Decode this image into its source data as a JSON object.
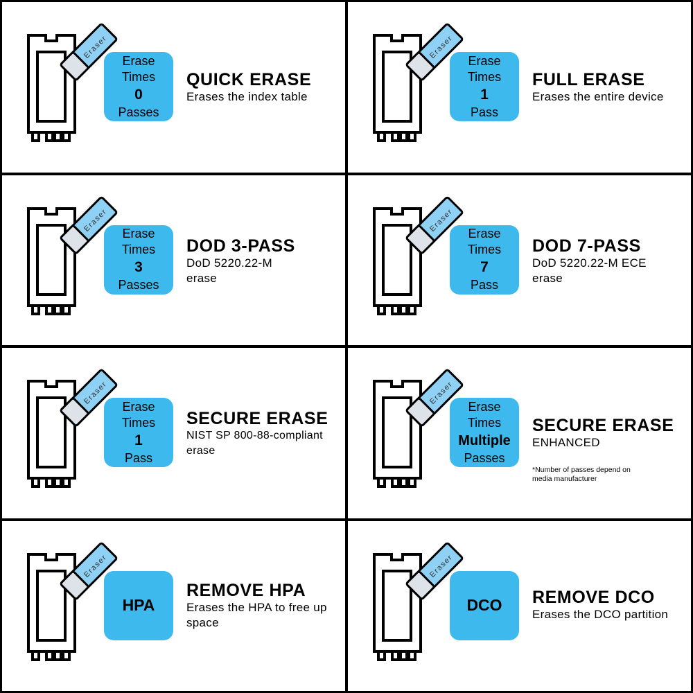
{
  "cells": [
    {
      "eraser_label": "Eraser",
      "badge": {
        "line1": "Erase",
        "line2": "Times",
        "number": "0",
        "unit": "Passes"
      },
      "title": "QUICK ERASE",
      "desc": "Erases the index table"
    },
    {
      "eraser_label": "Eraser",
      "badge": {
        "line1": "Erase",
        "line2": "Times",
        "number": "1",
        "unit": "Pass"
      },
      "title": "FULL ERASE",
      "desc": "Erases the entire device"
    },
    {
      "eraser_label": "Eraser",
      "badge": {
        "line1": "Erase",
        "line2": "Times",
        "number": "3",
        "unit": "Passes"
      },
      "title": "DOD 3-PASS",
      "desc": "DoD 5220.22-M erase"
    },
    {
      "eraser_label": "Eraser",
      "badge": {
        "line1": "Erase",
        "line2": "Times",
        "number": "7",
        "unit": "Pass"
      },
      "title": "DOD 7-PASS",
      "desc": "DoD 5220.22-M ECE erase"
    },
    {
      "eraser_label": "Eraser",
      "badge": {
        "line1": "Erase",
        "line2": "Times",
        "number": "1",
        "unit": "Pass"
      },
      "title": "SECURE ERASE",
      "desc": "NIST SP 800-88-compliant erase"
    },
    {
      "eraser_label": "Eraser",
      "badge": {
        "line1": "Erase",
        "line2": "Times",
        "number": "Multiple",
        "unit": "Passes"
      },
      "title": "SECURE ERASE",
      "desc": "ENHANCED",
      "note": "*Number of passes depend on media manufacturer"
    },
    {
      "eraser_label": "Eraser",
      "badge": {
        "label": "HPA"
      },
      "title": "REMOVE HPA",
      "desc": "Erases the HPA to free up space"
    },
    {
      "eraser_label": "Eraser",
      "badge": {
        "label": "DCO"
      },
      "title": "REMOVE DCO",
      "desc": "Erases the DCO partition"
    }
  ],
  "colors": {
    "badge": "#3db9ee",
    "eraser_blue": "#8fd1f5",
    "eraser_white": "#dde3e9",
    "outline": "#000000"
  },
  "icons": {
    "device": "m2-ssd-icon",
    "eraser": "eraser-icon"
  }
}
